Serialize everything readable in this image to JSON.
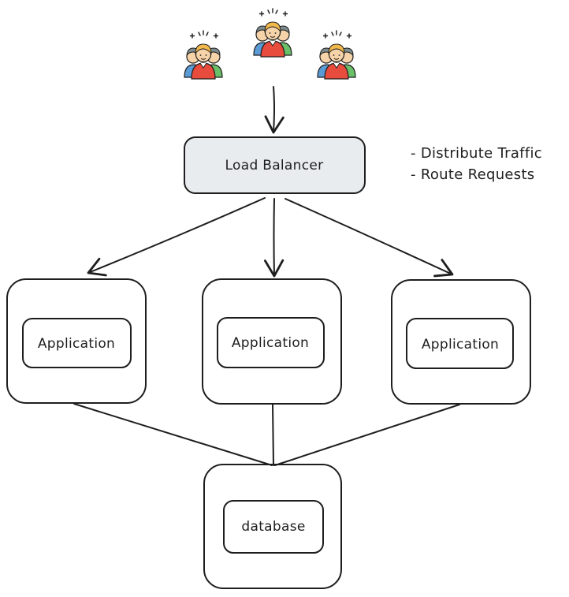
{
  "nodes": {
    "load_balancer": "Load Balancer",
    "app_1": "Application",
    "app_2": "Application",
    "app_3": "Application",
    "database": "database"
  },
  "notes": [
    "- Distribute Traffic",
    "- Route Requests"
  ],
  "icons": {
    "users": "users-group-icon"
  },
  "colors": {
    "stroke": "#1e1e1e",
    "load_balancer_fill": "#e9ecef",
    "person_red": "#e74c3c",
    "person_blue": "#5b9bd5",
    "person_green": "#6abf69",
    "hair": "#f2b84b",
    "hair_dark": "#7f8c8d",
    "skin": "#f6d3a9"
  }
}
